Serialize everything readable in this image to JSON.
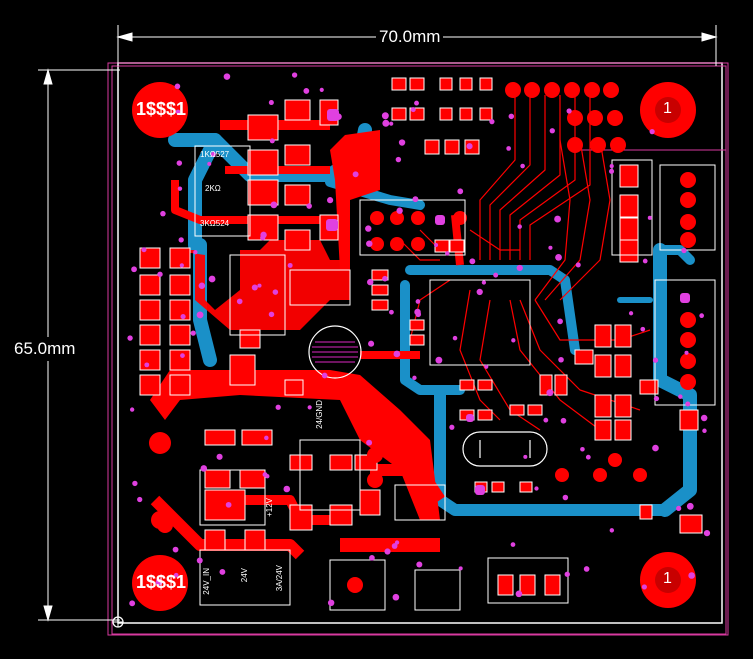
{
  "dimensions": {
    "width_label": "70.0mm",
    "height_label": "65.0mm"
  },
  "mounting_holes": {
    "top_left": "1$$$1",
    "bottom_left": "1$$$1",
    "top_right": "1",
    "bottom_right": "1"
  },
  "silkscreen": {
    "top_values": [
      "1KΩ527",
      "2KΩ",
      "3KΩ524"
    ],
    "bottom_values": [
      "24V_IN",
      "24V",
      "3A/24V"
    ],
    "mid_values": [
      "24/GND",
      "+12V"
    ]
  },
  "colors": {
    "board_background": "#000000",
    "top_copper": "#ff0000",
    "bottom_copper": "#1a90c8",
    "silkscreen": "#ffffff",
    "vias": "#ff00ff",
    "outline": "#ff00ff"
  }
}
